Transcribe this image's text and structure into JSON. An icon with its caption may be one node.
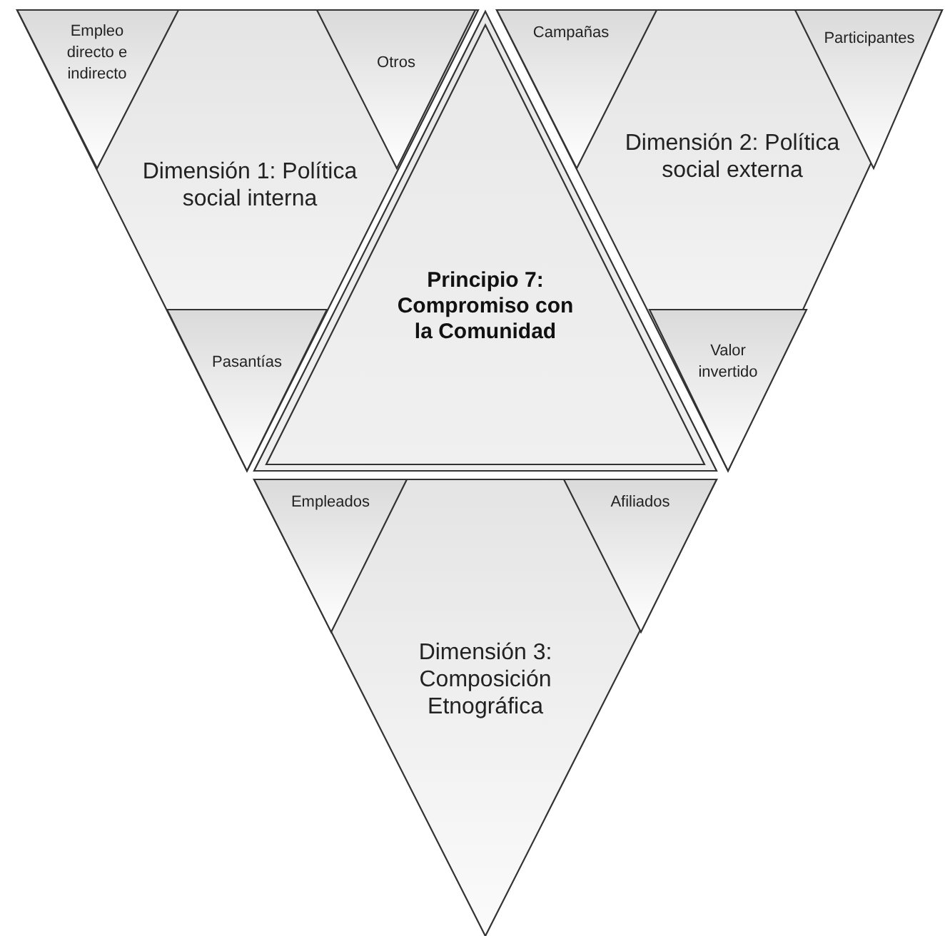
{
  "diagram": {
    "nodes": [
      {
        "text": [
          "Dimensión 1: Política social interna"
        ]
      },
      {
        "text": [
          "Empleo directo e indirecto"
        ],
        "in": 0
      },
      {
        "text": [
          "Otros"
        ],
        "in": 0
      },
      {
        "text": [
          "Pasantías"
        ],
        "in": 0
      },
      {
        "text": [
          "Dimensión 2: Política social externa"
        ]
      },
      {
        "text": [
          "Campañas"
        ],
        "in": 4
      },
      {
        "text": [
          "Participantes"
        ],
        "in": 4
      },
      {
        "text": [
          "Valor invertido"
        ],
        "in": 4
      },
      {
        "text": [
          "Principio 7: Compromiso con la Comunidad"
        ]
      },
      {
        "text": [
          "Dimensión 3: Composición Etnográfica"
        ]
      },
      {
        "text": [
          "Empleados"
        ],
        "in": 9
      },
      {
        "text": [
          "Afiliados"
        ],
        "in": 9
      }
    ]
  }
}
